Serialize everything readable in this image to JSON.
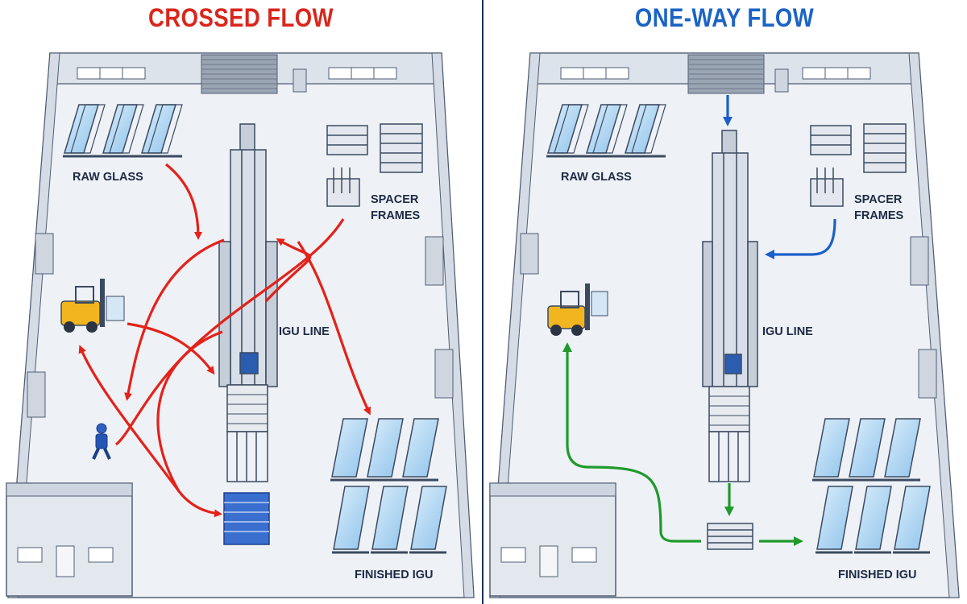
{
  "panels": [
    {
      "title": "CROSSED FLOW",
      "title_color": "#d9261c",
      "arrow_color": "#e32219",
      "labels": {
        "raw_glass": "RAW GLASS",
        "spacer_line1": "SPACER",
        "spacer_line2": "FRAMES",
        "igu_line": "IGU LINE",
        "finished_igu": "FINISHED IGU"
      }
    },
    {
      "title": "ONE-WAY FLOW",
      "title_color": "#1b63c6",
      "arrow_colors": {
        "inbound": "#1b5fc9",
        "outbound": "#1f9a2b"
      },
      "labels": {
        "raw_glass": "RAW GLASS",
        "spacer_line1": "SPACER",
        "spacer_line2": "FRAMES",
        "igu_line": "IGU LINE",
        "finished_igu": "FINISHED IGU"
      }
    }
  ]
}
